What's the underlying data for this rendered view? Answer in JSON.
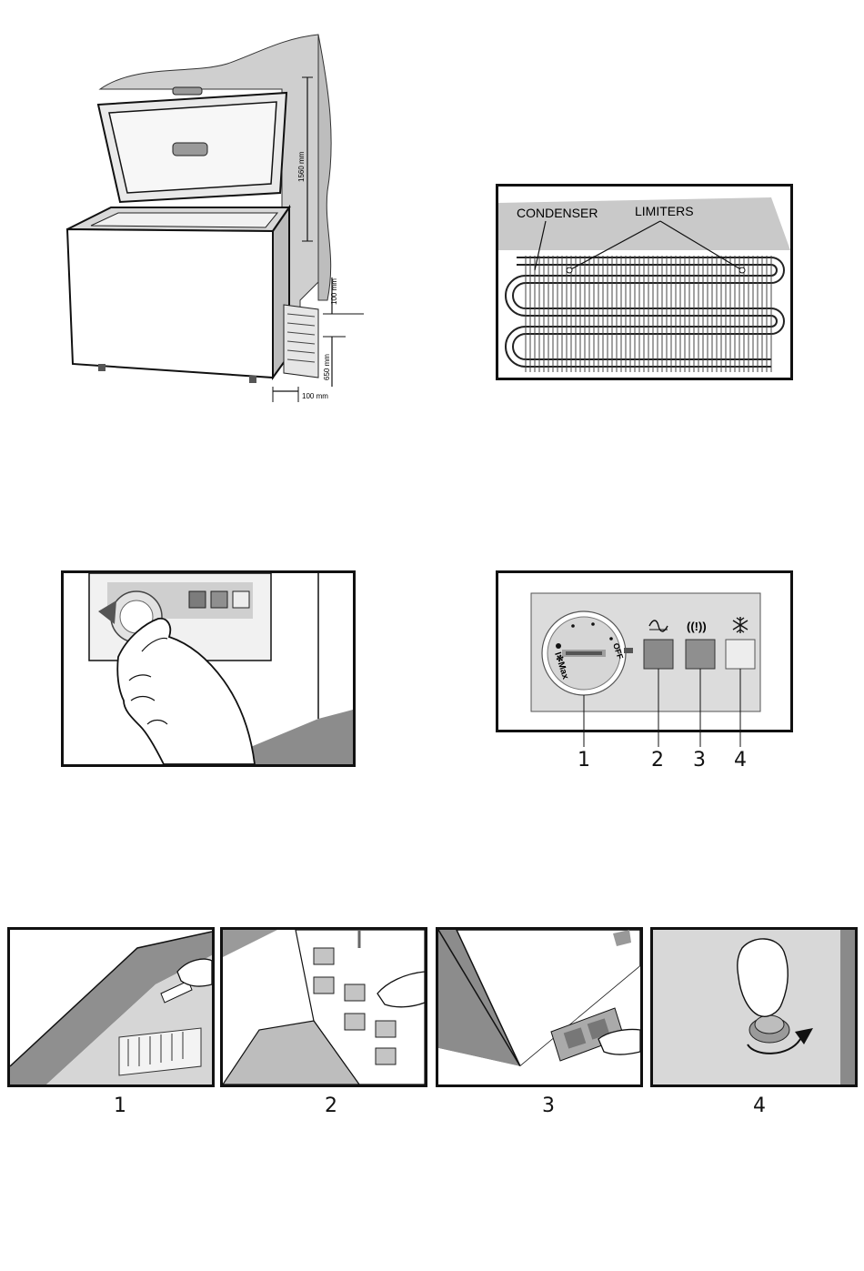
{
  "installation": {
    "dim_height": "1560 mm",
    "dim_top_gap": "100 mm",
    "dim_mid": "650 mm",
    "dim_side_gap": "100 mm"
  },
  "condenser": {
    "label_condenser": "CONDENSER",
    "label_limiters": "LIMITERS"
  },
  "control_panel": {
    "dial_max": "I✻Max",
    "dial_off": "OFF",
    "alarm_symbol": "((!))",
    "callouts": [
      "1",
      "2",
      "3",
      "4"
    ]
  },
  "steps": {
    "captions": [
      "1",
      "2",
      "3",
      "4"
    ]
  },
  "colors": {
    "frame": "#111111",
    "panel_gray": "#d3d3d3",
    "indicator_dark": "#8a8a8a",
    "indicator_light": "#ededed"
  }
}
